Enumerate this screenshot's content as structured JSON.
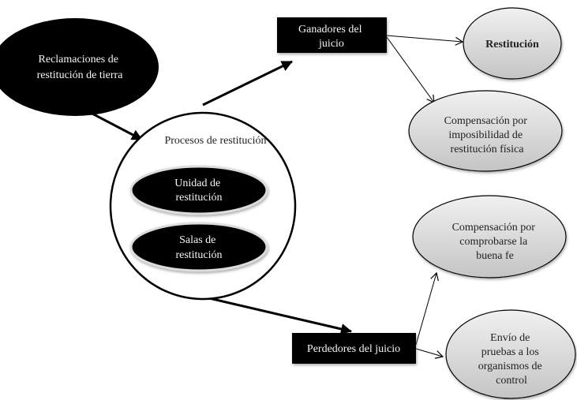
{
  "diagram": {
    "source_node": {
      "lines": [
        "Reclamaciones de",
        "restitución de tierra"
      ]
    },
    "process": {
      "title": "Procesos de restitución",
      "units": [
        {
          "lines": [
            "Unidad de",
            "restitución"
          ]
        },
        {
          "lines": [
            "Salas de",
            "restitución"
          ]
        }
      ]
    },
    "winners": {
      "lines": [
        "Ganadores del",
        "juicio"
      ],
      "outcomes": [
        {
          "lines": [
            "Restitución"
          ]
        },
        {
          "lines": [
            "Compensación por",
            "imposibilidad de",
            "restitución física"
          ]
        }
      ]
    },
    "losers": {
      "lines": [
        "Perdedores del juicio"
      ],
      "outcomes": [
        {
          "lines": [
            "Compensación por",
            "comprobarse la",
            "buena fe"
          ]
        },
        {
          "lines": [
            "Envío de",
            "pruebas a los",
            "organismos de",
            "control"
          ]
        }
      ]
    },
    "colors": {
      "dark_node": "#000000",
      "outcome_fill": "#d4d4d4",
      "stroke": "#000000"
    }
  }
}
